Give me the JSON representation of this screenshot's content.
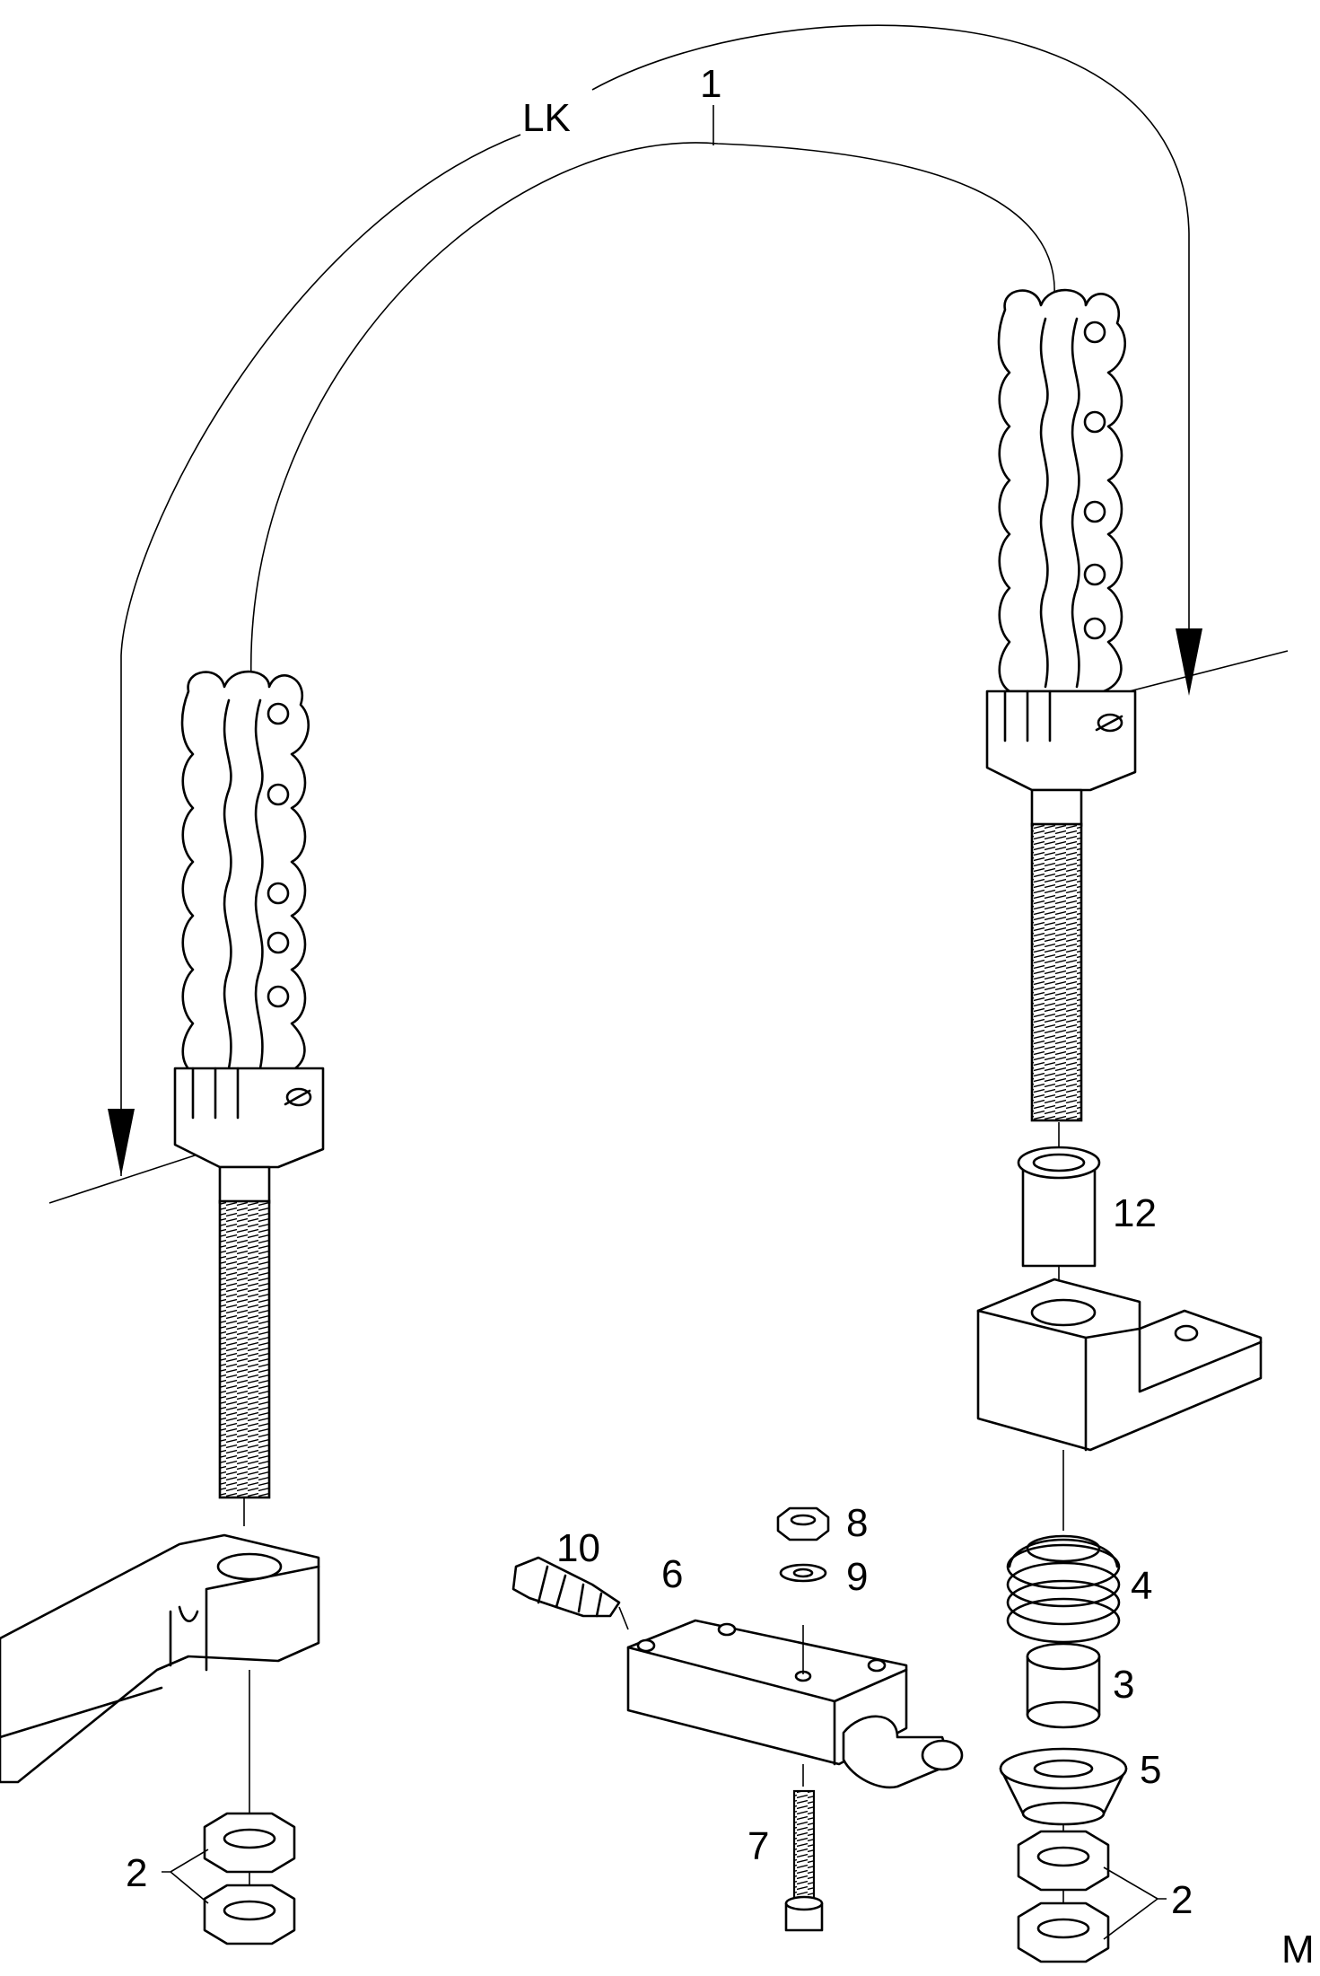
{
  "labels": {
    "lk": "LK",
    "item_1": "1",
    "item_2_left": "2",
    "item_2_right": "2",
    "item_3": "3",
    "item_4": "4",
    "item_5": "5",
    "item_6": "6",
    "item_7": "7",
    "item_8": "8",
    "item_9": "9",
    "item_10": "10",
    "item_12": "12",
    "corner_mark": "M"
  }
}
